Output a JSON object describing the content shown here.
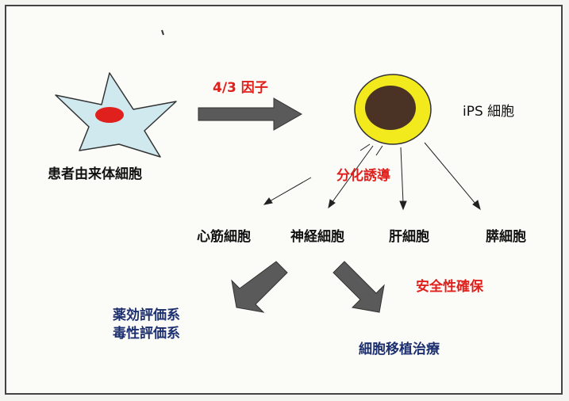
{
  "colors": {
    "red_text": "#e0201c",
    "blue_text": "#1c2f6e",
    "arrow_fill": "#5a5a5a",
    "cell_fill": "#cfe9ef",
    "cell_nucleus": "#e0201c",
    "ips_outer": "#f2ea1c",
    "ips_inner": "#4a3324"
  },
  "labels": {
    "patient_cell": "患者由来体細胞",
    "factors": "4/3 因子",
    "ips_cell": "iPS 細胞",
    "induction": "分化誘導",
    "cardiomyocyte": "心筋細胞",
    "neuron": "神経細胞",
    "hepatocyte": "肝細胞",
    "pancreatic_cell": "膵細胞",
    "safety": "安全性確保",
    "drug_eval": "薬効評価系",
    "toxicity_eval": "毒性評価系",
    "transplant": "細胞移植治療"
  }
}
